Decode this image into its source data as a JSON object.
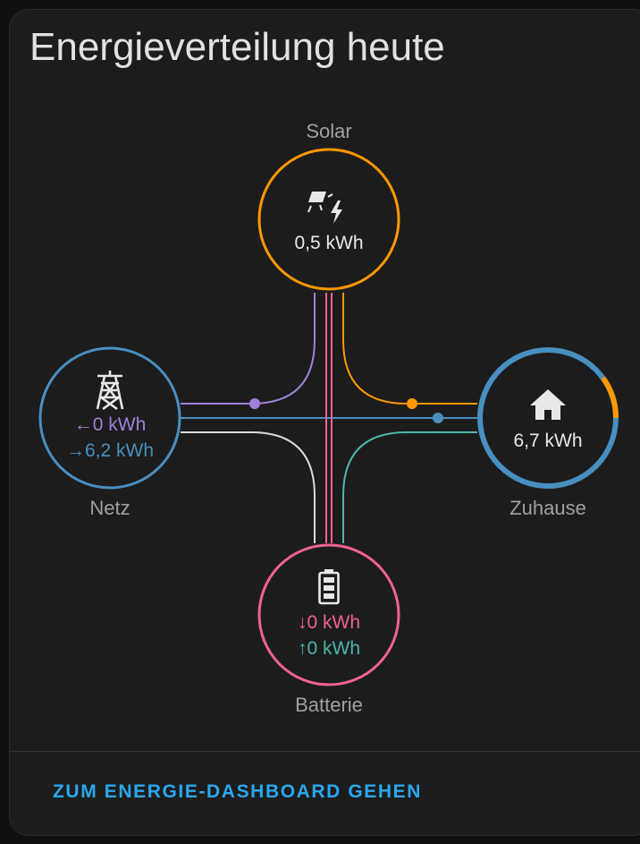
{
  "card": {
    "title": "Energieverteilung heute",
    "footer_link": "ZUM ENERGIE-DASHBOARD GEHEN"
  },
  "nodes": {
    "solar": {
      "label": "Solar",
      "value": "0,5 kWh",
      "icon": "solar-power-icon",
      "color": "#ff9800"
    },
    "grid": {
      "label": "Netz",
      "return_value": "0 kWh",
      "consumption_value": "6,2 kWh",
      "icon": "transmission-tower-icon",
      "color": "#488fc2",
      "return_color": "#a280db"
    },
    "home": {
      "label": "Zuhause",
      "value": "6,7 kWh",
      "icon": "home-icon",
      "color": "#488fc2",
      "solar_share": 0.075
    },
    "battery": {
      "label": "Batterie",
      "in_value": "0 kWh",
      "out_value": "0 kWh",
      "icon": "battery-high-icon",
      "color": "#f06292",
      "out_color": "#4db6ac"
    }
  },
  "arrows": {
    "return_arrow": "←",
    "consumption_arrow": "→",
    "down_arrow": "↓",
    "up_arrow": "↑"
  },
  "colors": {
    "card_bg": "#1c1c1c",
    "page_bg": "#111111",
    "solar": "#ff9800",
    "grid_consumption": "#488fc2",
    "grid_return": "#a280db",
    "battery_in": "#f06292",
    "battery_out": "#4db6ac",
    "grid_to_battery": "#d9d9d9",
    "link": "#2aa8ef"
  }
}
